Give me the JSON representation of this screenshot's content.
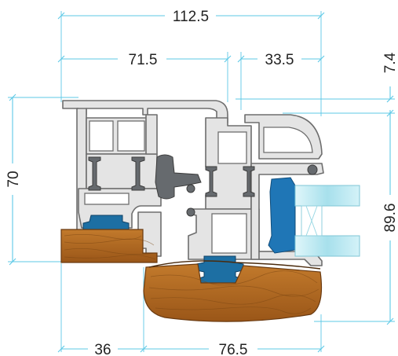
{
  "dimensions": {
    "overall_width": "112.5",
    "frame_width": "71.5",
    "sash_glass_offset": "33.5",
    "top_offset": "7.4",
    "frame_height": "70",
    "sash_height": "89.6",
    "frame_cladding_width": "36",
    "sash_cladding_width": "76.5"
  },
  "colors": {
    "dimension_line": "#5cc8e6",
    "aluminium": "#e4e4e4",
    "wood_cladding": "#b06a22",
    "thermal_break": "#1d6fa3",
    "glass": "#bfeaf2",
    "gasket": "#666a6e"
  }
}
